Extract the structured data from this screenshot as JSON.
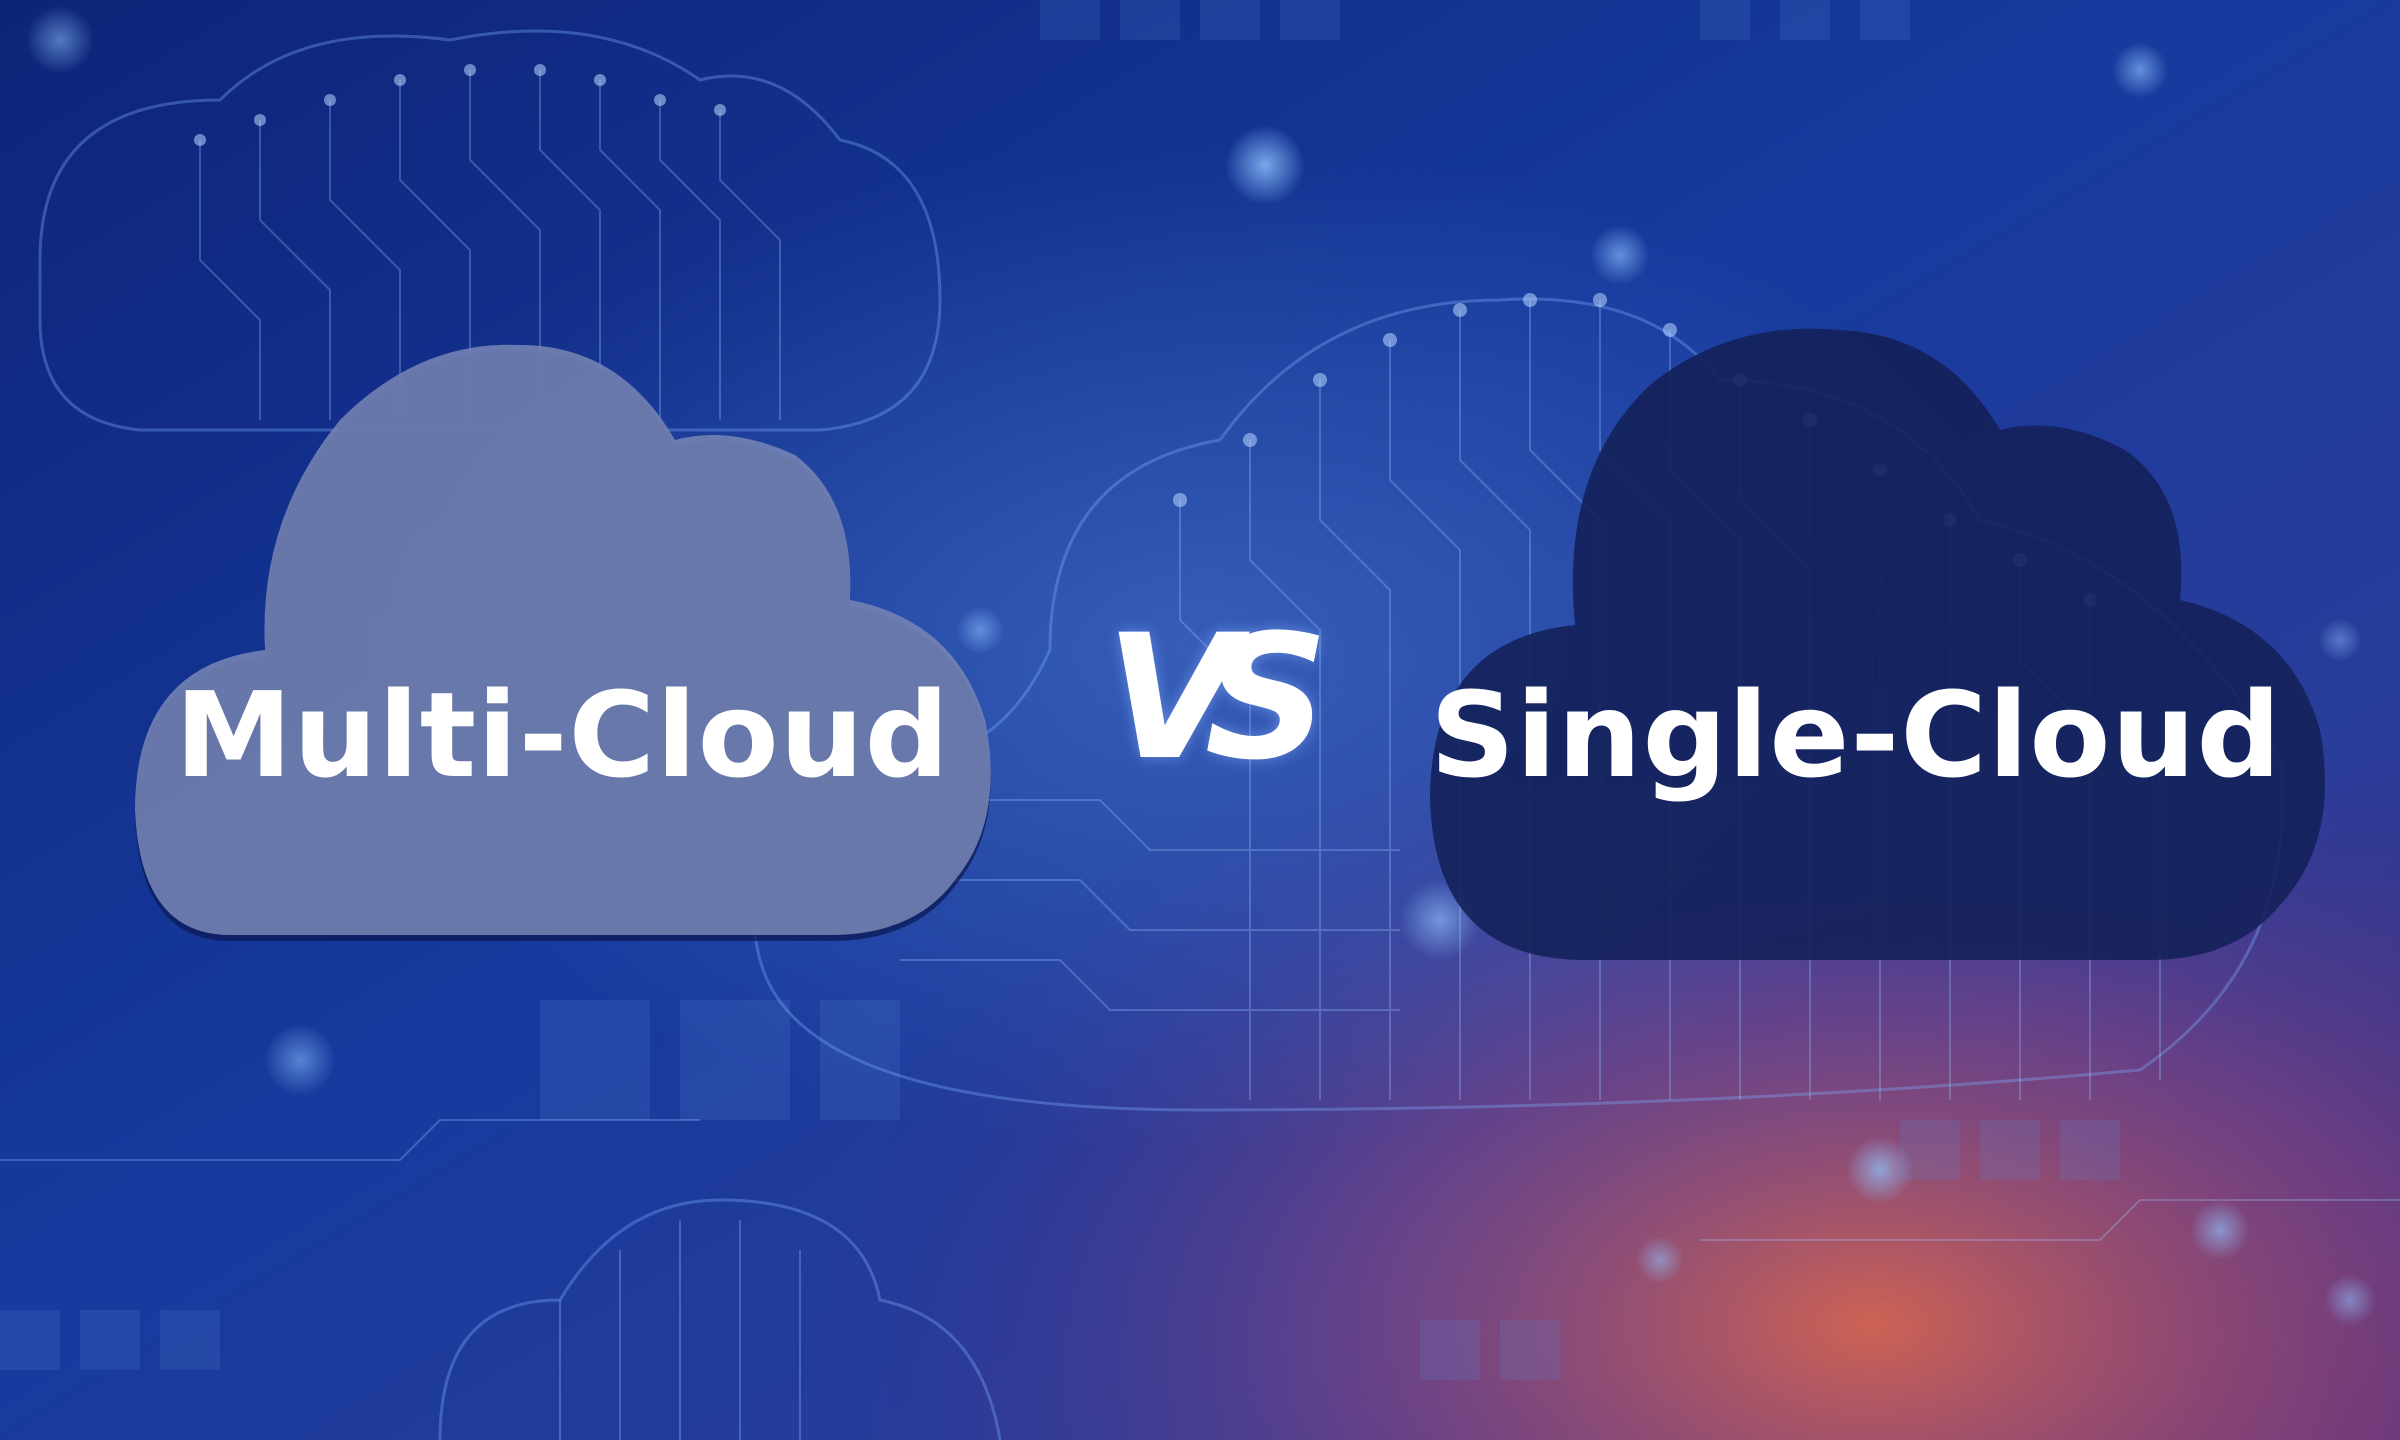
{
  "left_cloud": {
    "label": "Multi-Cloud",
    "icon": "cloud-icon"
  },
  "separator": {
    "label": "VS"
  },
  "right_cloud": {
    "label": "Single-Cloud",
    "icon": "cloud-icon"
  },
  "colors": {
    "background_dark": "#0a1c66",
    "background_mid": "#1a3fa8",
    "glow_warm": "#e0644a",
    "left_cloud_fill": "#6f7fae",
    "right_cloud_fill": "#1a2a66",
    "text": "#ffffff"
  }
}
